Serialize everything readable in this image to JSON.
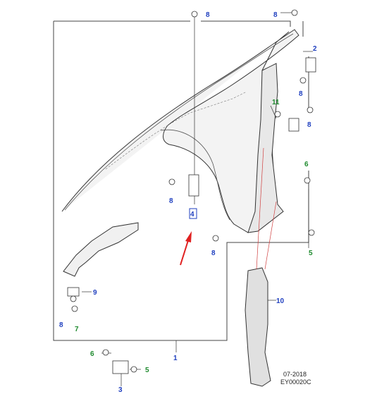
{
  "diagram": {
    "callouts": [
      {
        "id": "c8_top_left",
        "text": "8",
        "color": "#1f3fbf"
      },
      {
        "id": "c8_top_right",
        "text": "8",
        "color": "#1f3fbf"
      },
      {
        "id": "c2",
        "text": "2",
        "color": "#1f3fbf"
      },
      {
        "id": "c8_right_1",
        "text": "8",
        "color": "#1f3fbf"
      },
      {
        "id": "c11",
        "text": "11",
        "color": "#1e8a2e"
      },
      {
        "id": "c8_right_2",
        "text": "8",
        "color": "#1f3fbf"
      },
      {
        "id": "c6_right",
        "text": "6",
        "color": "#1e8a2e"
      },
      {
        "id": "c8_mid",
        "text": "8",
        "color": "#1f3fbf"
      },
      {
        "id": "c4",
        "text": "4",
        "color": "#1f3fbf"
      },
      {
        "id": "c8_low",
        "text": "8",
        "color": "#1f3fbf"
      },
      {
        "id": "c5_right",
        "text": "5",
        "color": "#1e8a2e"
      },
      {
        "id": "c9",
        "text": "9",
        "color": "#1f3fbf"
      },
      {
        "id": "c8_bottom_left",
        "text": "8",
        "color": "#1f3fbf"
      },
      {
        "id": "c7",
        "text": "7",
        "color": "#1e8a2e"
      },
      {
        "id": "c10",
        "text": "10",
        "color": "#1f3fbf"
      },
      {
        "id": "c1",
        "text": "1",
        "color": "#1f3fbf"
      },
      {
        "id": "c6_bottom",
        "text": "6",
        "color": "#1e8a2e"
      },
      {
        "id": "c5_bottom",
        "text": "5",
        "color": "#1e8a2e"
      },
      {
        "id": "c3",
        "text": "3",
        "color": "#1f3fbf"
      }
    ],
    "date_stamp": "07-2018",
    "diagram_code": "EY00020C",
    "pointer_color": "#e02020"
  }
}
